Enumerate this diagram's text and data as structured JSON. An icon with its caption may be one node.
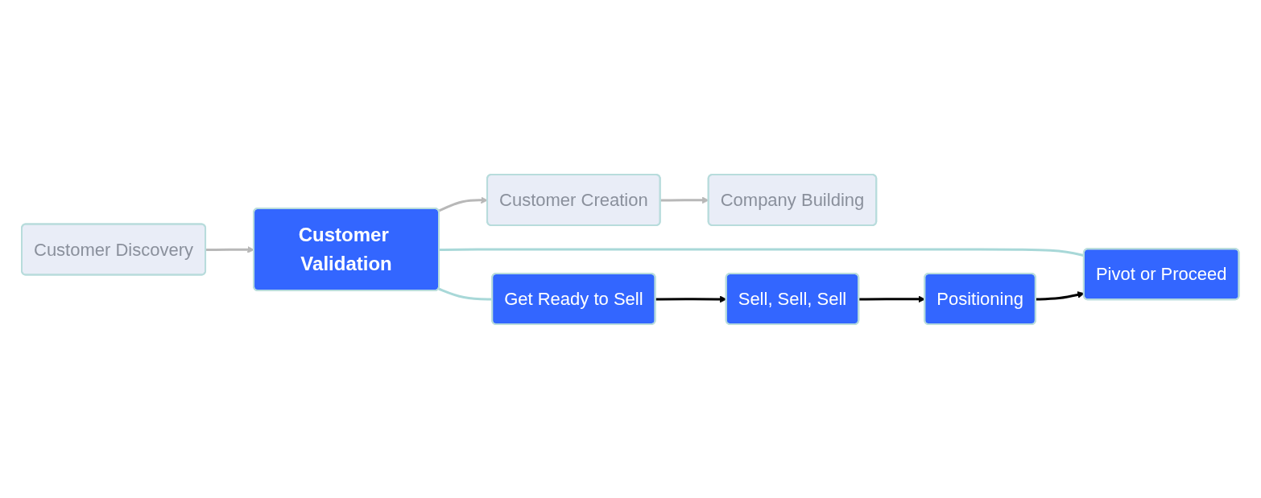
{
  "diagram": {
    "nodes": [
      {
        "text": [
          "Customer Discovery"
        ]
      },
      {
        "text": [
          "Customer Validation"
        ]
      },
      {
        "text": [
          "Customer Creation"
        ]
      },
      {
        "text": [
          "Company Building"
        ]
      },
      {
        "text": [
          "Get Ready to Sell"
        ]
      },
      {
        "text": [
          "Sell, Sell, Sell"
        ]
      },
      {
        "text": [
          "Positioning"
        ]
      },
      {
        "text": [
          "Pivot or Proceed"
        ]
      }
    ],
    "edges": [
      {
        "from": 0,
        "to": 1,
        "arrow": "to",
        "color": "#b8b8b8"
      },
      {
        "from": 1,
        "to": 2,
        "arrow": "to",
        "color": "#b8b8b8"
      },
      {
        "from": 2,
        "to": 3,
        "arrow": "to",
        "color": "#b8b8b8"
      },
      {
        "from": 1,
        "to": 4,
        "arrow": "none",
        "color": "#a8d8d8"
      },
      {
        "from": 1,
        "to": 7,
        "arrow": "none",
        "color": "#a8d8d8"
      },
      {
        "from": 4,
        "to": 5,
        "arrow": "to",
        "color": "#000000"
      },
      {
        "from": 5,
        "to": 6,
        "arrow": "to",
        "color": "#000000"
      },
      {
        "from": 6,
        "to": 7,
        "arrow": "to",
        "color": "#000000"
      }
    ]
  }
}
